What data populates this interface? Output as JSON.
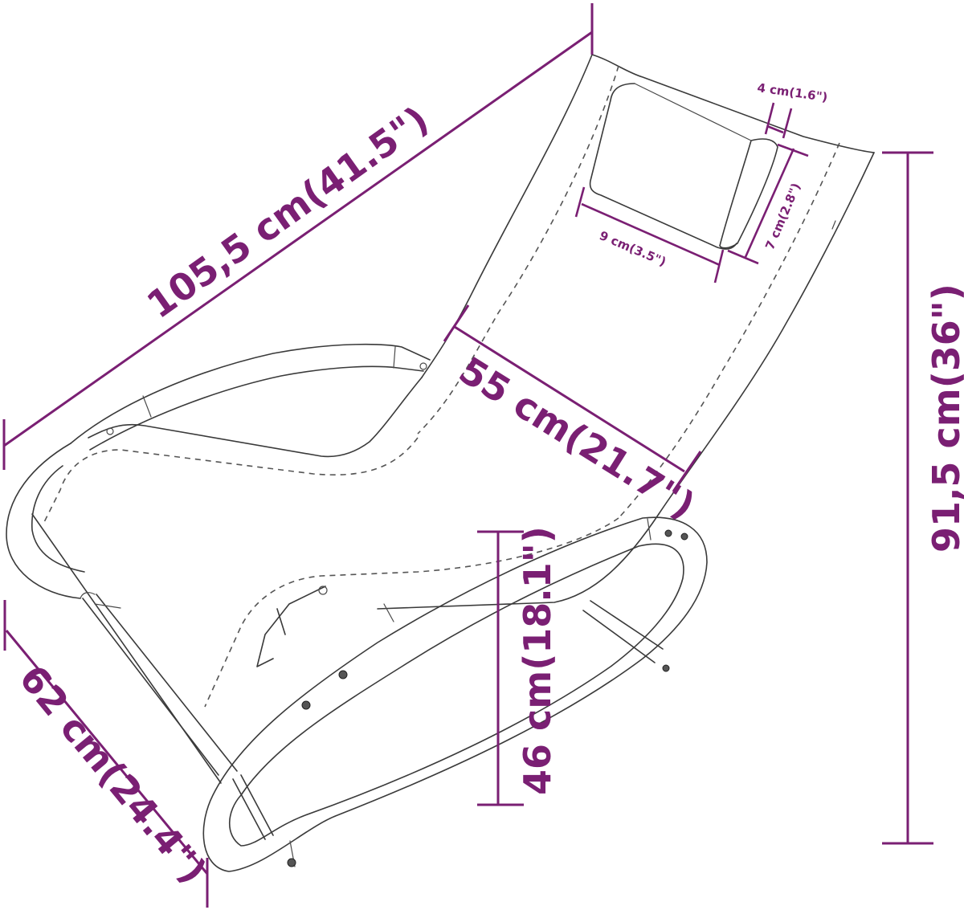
{
  "diagram": {
    "subject": "Rocking sun lounger with headrest pillow",
    "line_color": "#3a3a3a",
    "dimension_color": "#7a1f73",
    "dimensions": {
      "length": {
        "label": "105,5 cm(41.5\")",
        "cm": 105.5,
        "in": 41.5
      },
      "height": {
        "label": "91,5 cm(36\")",
        "cm": 91.5,
        "in": 36
      },
      "seat_width": {
        "label": "55 cm(21.7\")",
        "cm": 55,
        "in": 21.7
      },
      "width": {
        "label": "62 cm(24.4\")",
        "cm": 62,
        "in": 24.4
      },
      "seat_height": {
        "label": "46 cm(18.1\")",
        "cm": 46,
        "in": 18.1
      },
      "pillow_length": {
        "label": "9 cm(3.5\")",
        "cm": 9,
        "in": 3.5
      },
      "pillow_width": {
        "label": "7 cm(2.8\")",
        "cm": 7,
        "in": 2.8
      },
      "pillow_thickness": {
        "label": "4 cm(1.6\")",
        "cm": 4,
        "in": 1.6
      }
    }
  }
}
